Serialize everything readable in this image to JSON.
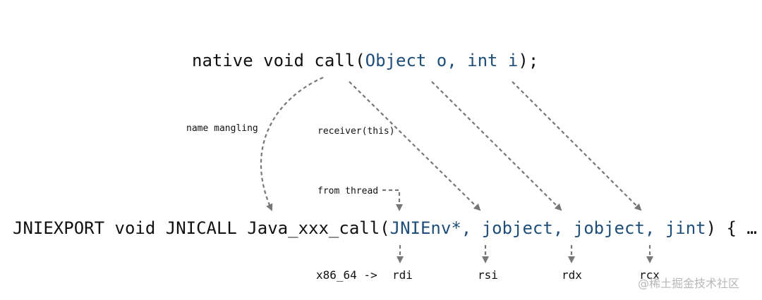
{
  "colors": {
    "text": "#111111",
    "type": "#1f4e79",
    "arrow": "#777777",
    "watermark": "#b7b7b7"
  },
  "declaration": {
    "prefix": "native void call(",
    "params": "Object o, int i",
    "suffix": ");"
  },
  "jni_signature": {
    "prefix": "JNIEXPORT void JNICALL Java_xxx_call(",
    "env": "JNIEnv*",
    "sep1": ", ",
    "obj1": "jobject",
    "sep2": ", ",
    "obj2": "jobject",
    "sep3": ", ",
    "int": "jint",
    "suffix": ") { … }"
  },
  "annotations": {
    "name_mangling": "name mangling",
    "receiver": "receiver(this)",
    "from_thread": "from thread"
  },
  "registers": {
    "arch": "x86_64 ->",
    "env": "rdi",
    "receiver": "rsi",
    "object": "rdx",
    "int": "rcx"
  },
  "watermark": "@稀土掘金技术社区"
}
